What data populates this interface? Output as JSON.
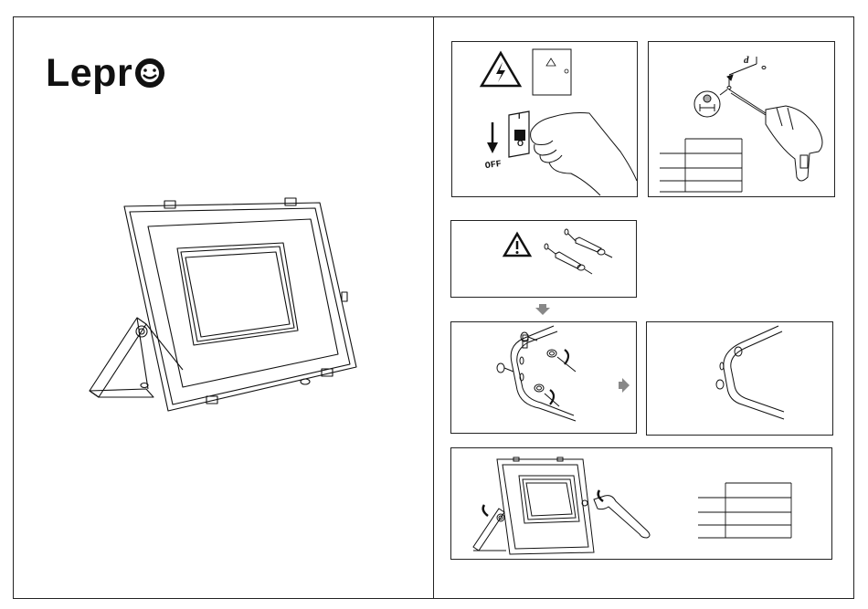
{
  "brand": {
    "name": "Lepr",
    "logo_icon": "smiley-o-icon"
  },
  "step1": {
    "switch_label": "OFF",
    "switch_on_mark": "I",
    "switch_off_mark": "O"
  },
  "step2": {
    "distance_label": "d"
  },
  "colors": {
    "ink": "#111111",
    "accent_gray": "#888888",
    "frame": "#222222"
  }
}
